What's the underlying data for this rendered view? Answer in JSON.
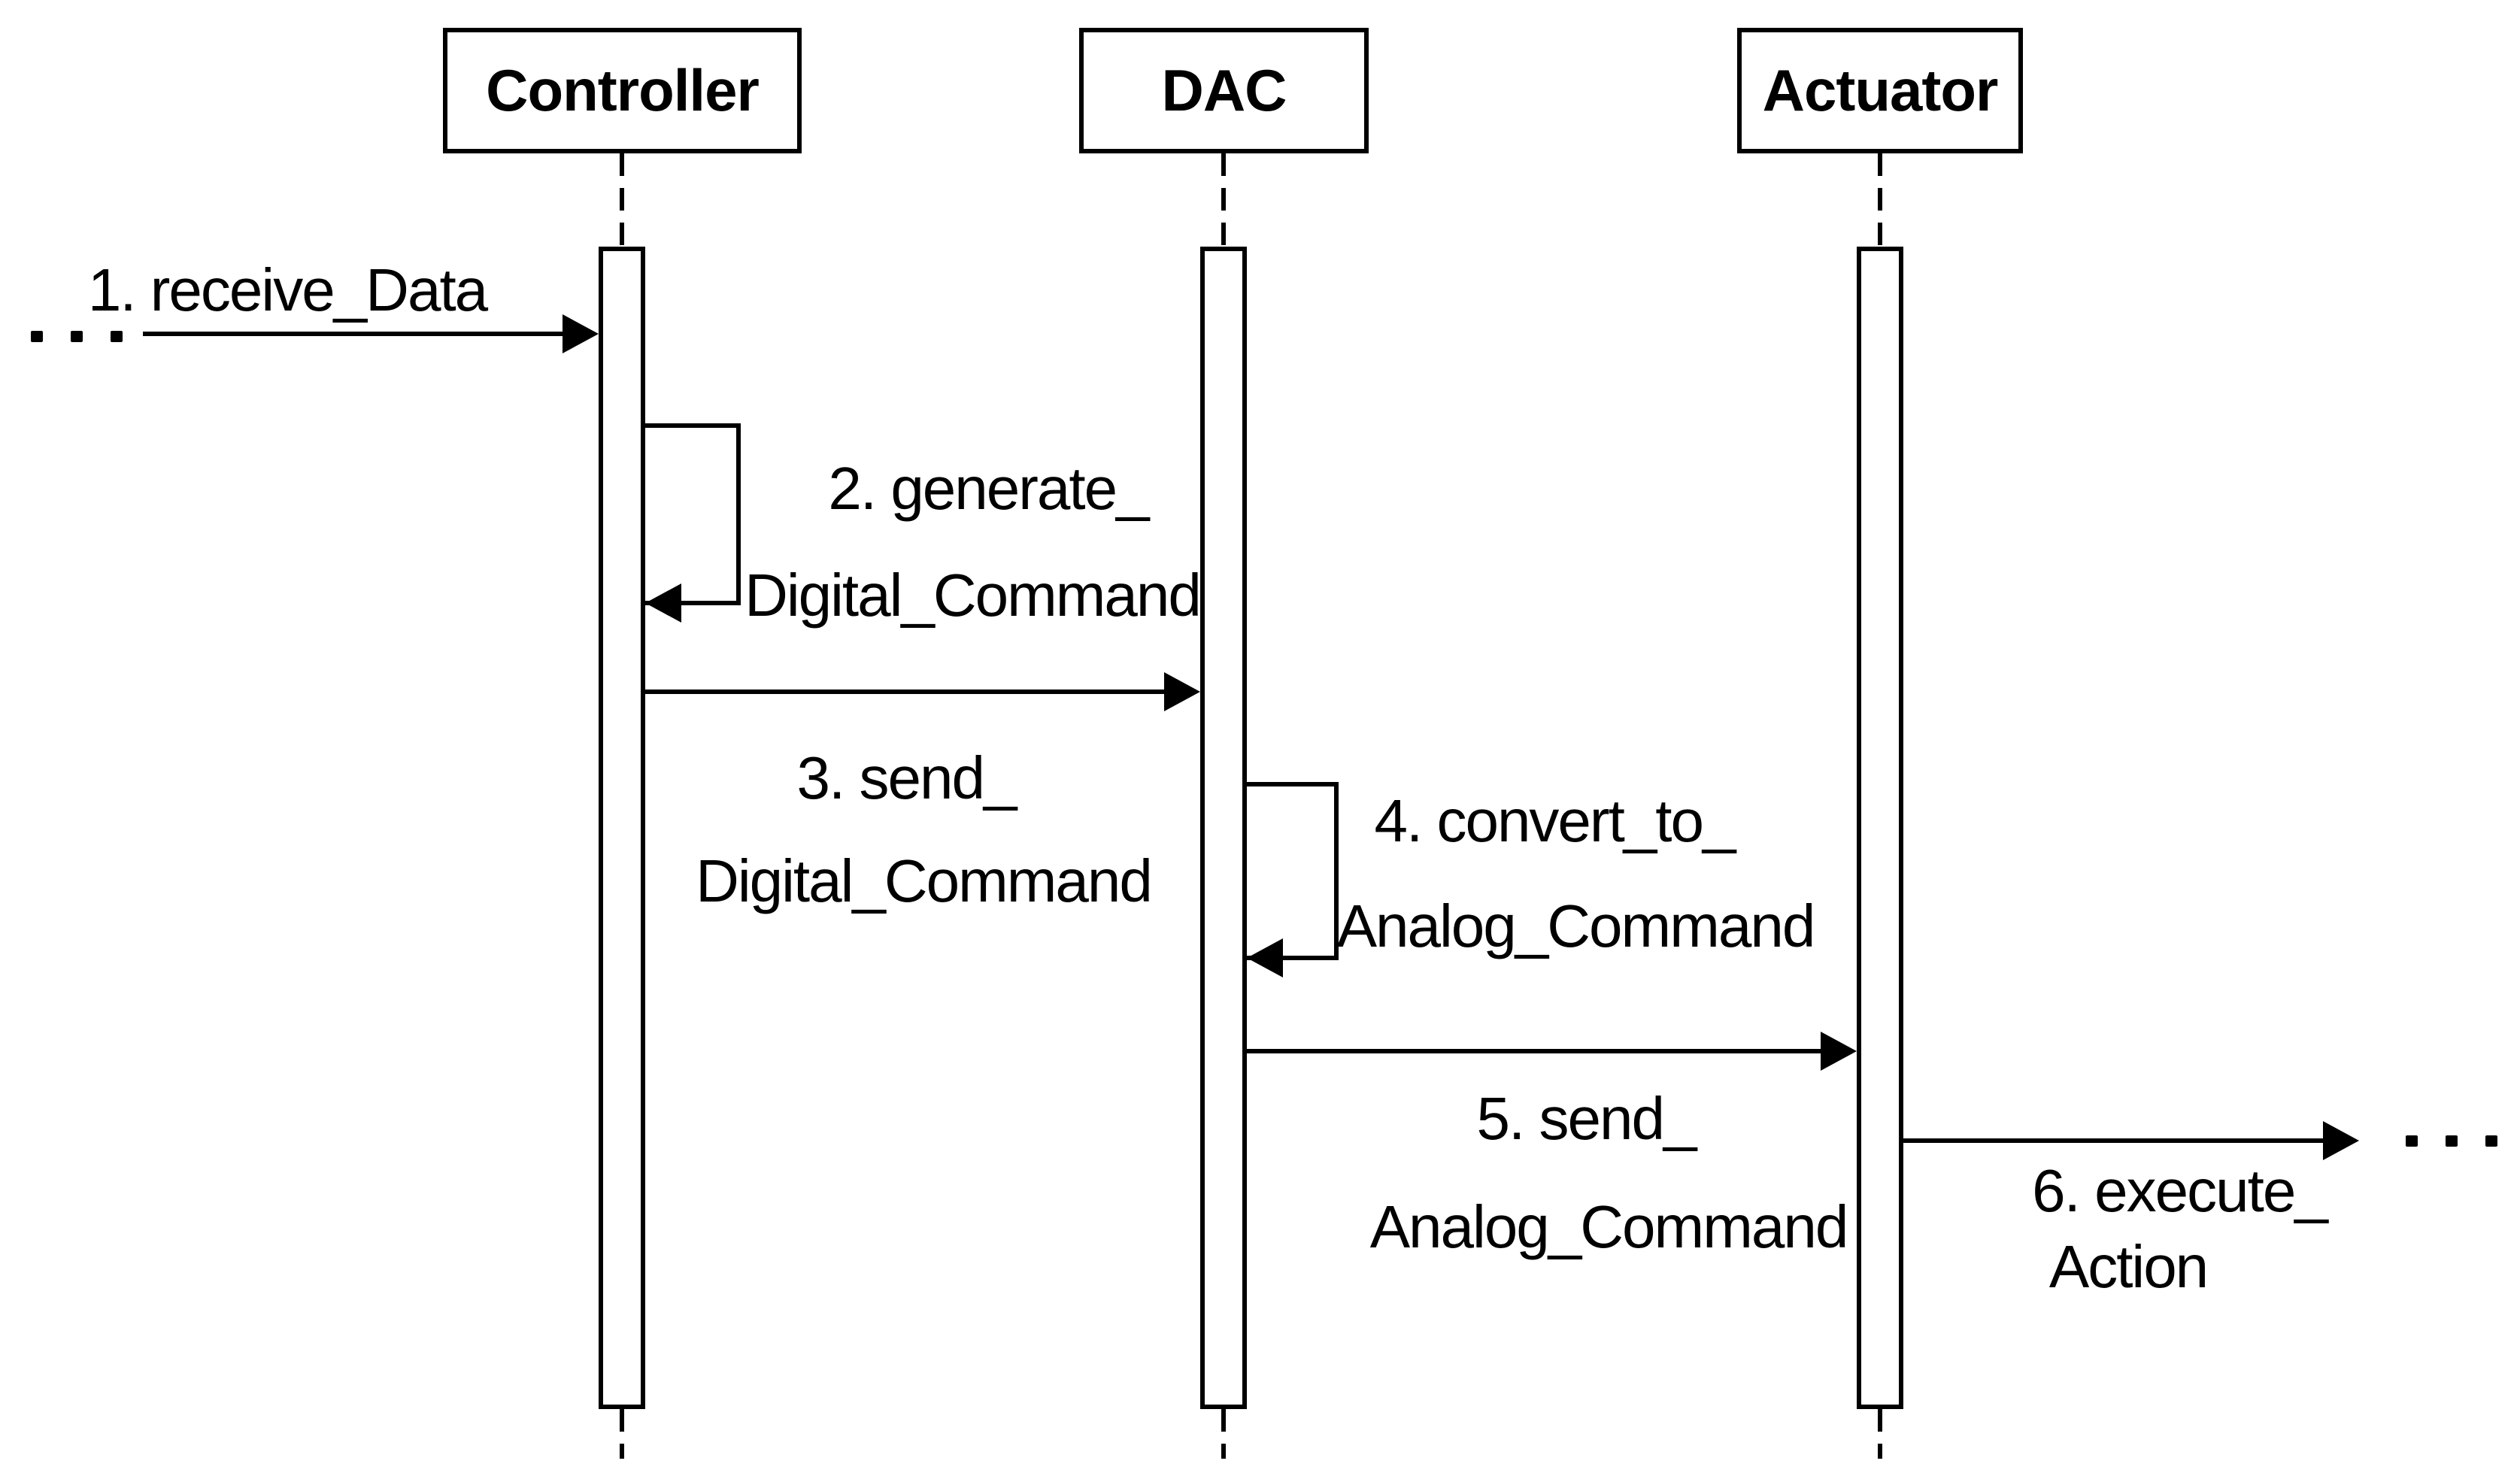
{
  "diagram": {
    "type": "uml-sequence-diagram",
    "participants": [
      {
        "name": "Controller"
      },
      {
        "name": "DAC"
      },
      {
        "name": "Actuator"
      }
    ],
    "messages": [
      {
        "id": 1,
        "from": "external-left",
        "to": "Controller",
        "kind": "message",
        "lines": [
          "1. receive_Data"
        ]
      },
      {
        "id": 2,
        "from": "Controller",
        "to": "Controller",
        "kind": "self-message",
        "lines": [
          "2. generate_",
          "Digital_Command"
        ]
      },
      {
        "id": 3,
        "from": "Controller",
        "to": "DAC",
        "kind": "message",
        "lines": [
          "3. send_",
          "Digital_Command"
        ]
      },
      {
        "id": 4,
        "from": "DAC",
        "to": "DAC",
        "kind": "self-message",
        "lines": [
          "4. convert_to_",
          "Analog_Command"
        ]
      },
      {
        "id": 5,
        "from": "DAC",
        "to": "Actuator",
        "kind": "message",
        "lines": [
          "5. send_",
          "Analog_Command"
        ]
      },
      {
        "id": 6,
        "from": "Actuator",
        "to": "external-right",
        "kind": "message",
        "lines": [
          "6. execute_",
          "Action"
        ]
      }
    ],
    "ellipsis_left": "...",
    "ellipsis_right": "...",
    "colors": {
      "line": "#000000",
      "text": "#000000",
      "background": "#ffffff"
    }
  }
}
